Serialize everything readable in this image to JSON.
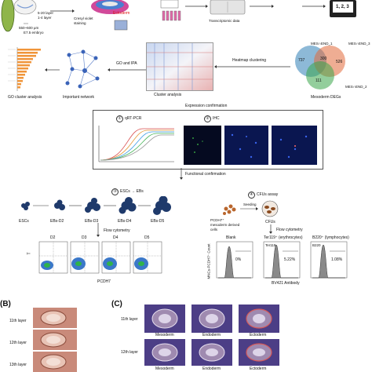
{
  "top": {
    "layers_upper": "5-20 layer",
    "layers_lower": "1-4 layer",
    "thickness": "550~600 μm",
    "embryo": "E7.5 embryo",
    "stain": "Cresyl violet staining",
    "ectoderm_label": "Ectoderm",
    "transcriptomic": "Transcriptomic data",
    "screen_text": "1, 2, 3"
  },
  "venn": {
    "label_a": "MES∩END_1",
    "label_b": "MES∩END_3",
    "label_c": "MES∩END_2",
    "n_a": "737",
    "n_b": "526",
    "n_ab": "300",
    "n_c": "111",
    "caption": "Mesoderm DEGs"
  },
  "middle": {
    "go_caption": "GO cluster analysis",
    "network_caption": "Important network",
    "cluster_caption": "Cluster analysis",
    "go_ipa": "GO and IPA",
    "heatmap_clustering": "Heatmap clustering",
    "expression_confirmation": "Expression confirmation",
    "qrt_pcr": "qRT-PCR",
    "ihc": "IHC",
    "n1": "①",
    "n2": "②",
    "n3": "③",
    "n4": "④",
    "functional_confirmation": "Functional confirmation"
  },
  "ebs": {
    "title_escs": "ESCs",
    "title_ebs": "EBs",
    "items": [
      "ESCs",
      "EBs-D2",
      "EBs-D3",
      "EBs-D4",
      "EBs-D5"
    ],
    "flow": "Flow cytometry",
    "plots": [
      "D2",
      "D3",
      "D4",
      "D5"
    ],
    "xaxis": "PCDH7",
    "yaxis": "T"
  },
  "cfu": {
    "title": "CFUs assay",
    "left_label": "PCDH7⁺ mesoderm derived cells",
    "seeding": "Seeding",
    "cfus": "CFUs",
    "flow": "Flow cytometry",
    "plots": [
      {
        "title": "Blank",
        "pct": "0%"
      },
      {
        "title": "Ter119⁺ (erythrocytes)",
        "pct": "5.22%",
        "inner": "Ter119"
      },
      {
        "title": "B220⁺ (lymphocytes)",
        "pct": "1.08%",
        "inner": "B220"
      }
    ],
    "xaxis": "BV421 Antibody",
    "yaxis": "MNCs-PCDH7⁺ Count"
  },
  "panel_b": {
    "label": "(B)",
    "layers": [
      "11th layer",
      "12th layer",
      "13th layer"
    ]
  },
  "panel_c": {
    "label": "(C)",
    "layers": [
      "11th layer",
      "12th layer"
    ],
    "cols": [
      "Mesoderm",
      "Endoderm",
      "Ectoderm"
    ]
  },
  "colors": {
    "venn_a": "#2f7fb6",
    "venn_b": "#e26a3a",
    "venn_c": "#3aa54a",
    "tissue_pink": "#c98a7a",
    "ihc_bg": "#050a20"
  }
}
